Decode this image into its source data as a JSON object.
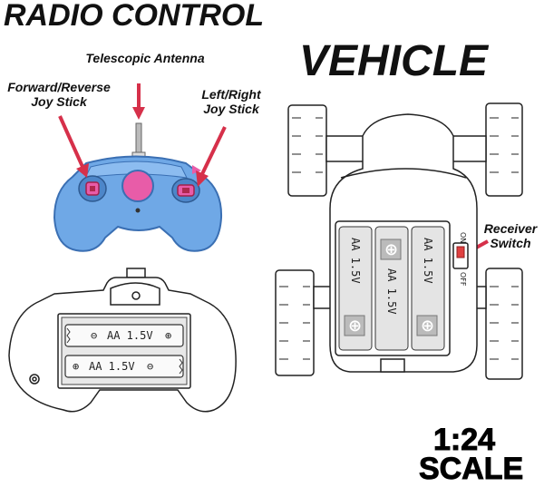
{
  "title_top": "RADIO CONTROL",
  "title_vehicle": "VEHICLE",
  "labels": {
    "antenna": "Telescopic Antenna",
    "fwd_line1": "Forward/Reverse",
    "fwd_line2": "Joy Stick",
    "lr_line1": "Left/Right",
    "lr_line2": "Joy Stick",
    "recv_line1": "Receiver",
    "recv_line2": "Switch"
  },
  "remote_batteries": {
    "top": "AA 1.5V",
    "bottom": "AA 1.5V",
    "minus": "⊖",
    "plus": "⊕"
  },
  "vehicle_batteries": [
    "AA 1.5V",
    "AA 1.5V",
    "AA 1.5V"
  ],
  "switch": {
    "on": "ON",
    "off": "OFF"
  },
  "scale": {
    "ratio": "1:24",
    "word": "SCALE"
  },
  "colors": {
    "remote_body": "#6fa8e6",
    "remote_outline": "#3a6fb3",
    "accent_pink": "#e85ca8",
    "arrow_red": "#d6304a",
    "switch_red": "#e04040"
  }
}
